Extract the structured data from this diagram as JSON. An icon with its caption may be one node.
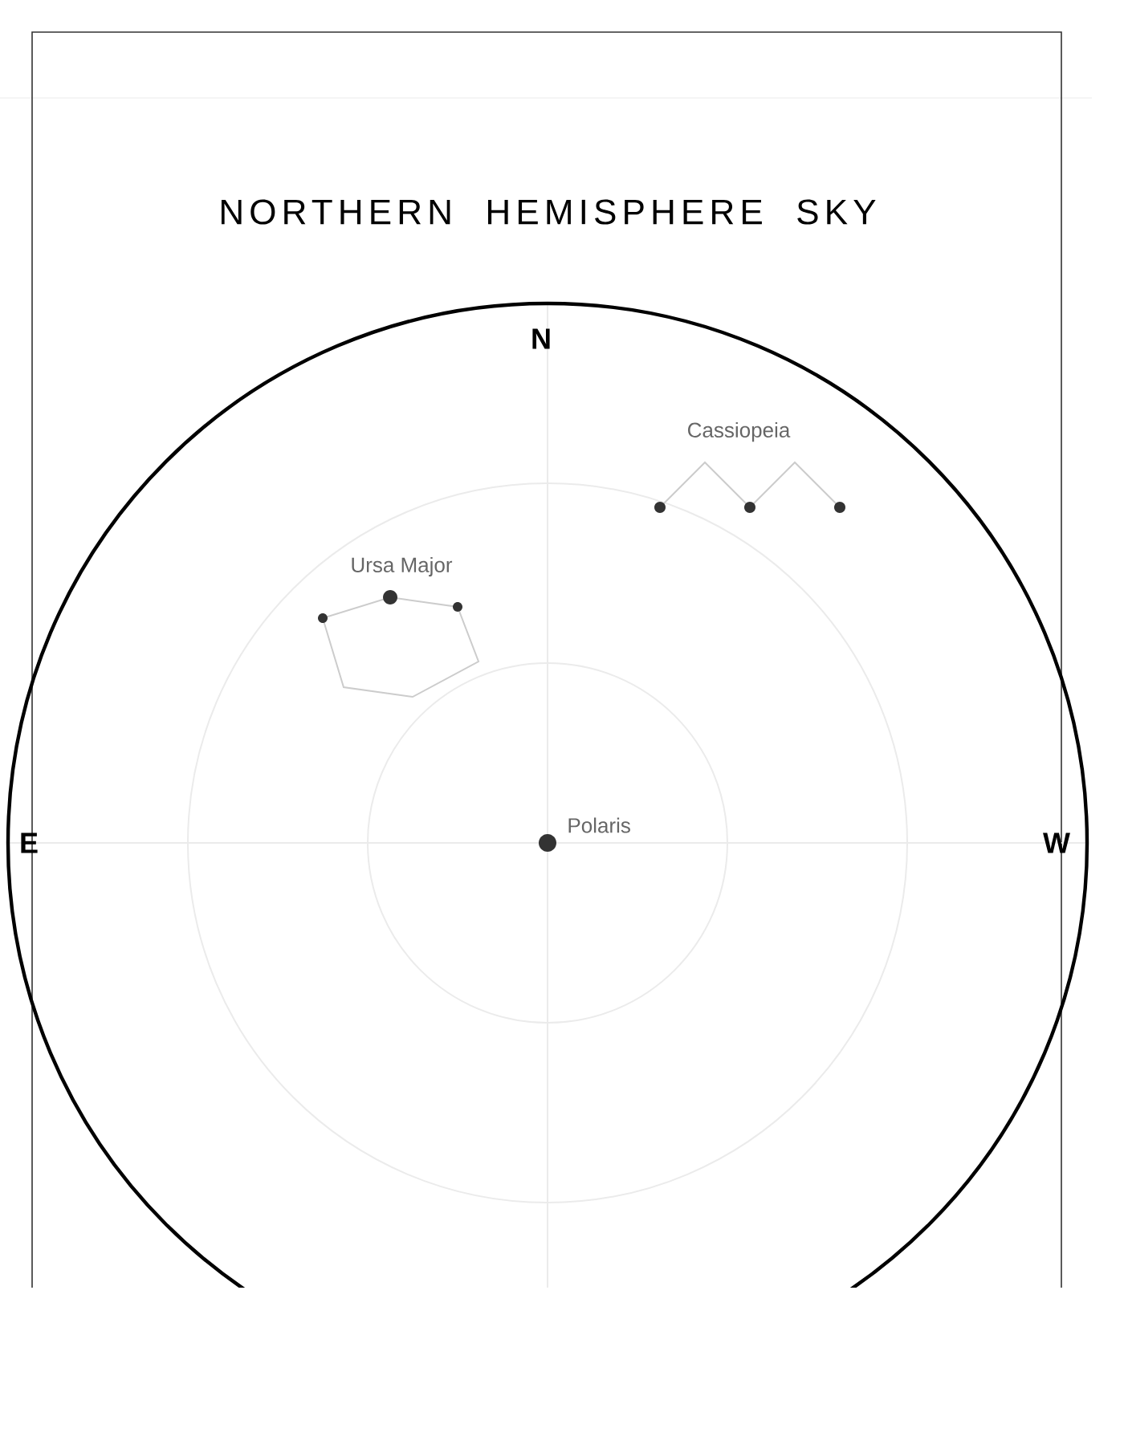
{
  "diagram": {
    "title": "NORTHERN HEMISPHERE SKY",
    "labels": [
      "N",
      "Cassiopeia",
      "Ursa Major",
      "E",
      "Polaris",
      "W"
    ]
  }
}
